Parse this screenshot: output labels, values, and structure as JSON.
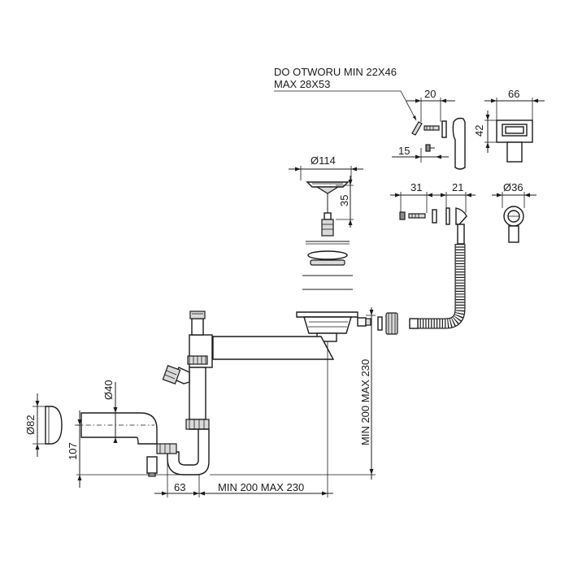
{
  "note": {
    "line1": "DO OTWORU MIN 22X46",
    "line2": "MAX 28X53"
  },
  "dims": {
    "d20": "20",
    "d15": "15",
    "d66": "66",
    "d42": "42",
    "d114": "Ø114",
    "d35": "35",
    "d31": "31",
    "d21": "21",
    "d36": "Ø36",
    "d40": "Ø40",
    "d82": "Ø82",
    "d107": "107",
    "d63": "63",
    "d_min_max_h": "MIN 200 MAX 230",
    "d_min_max_v": "MIN 200 MAX 230"
  }
}
